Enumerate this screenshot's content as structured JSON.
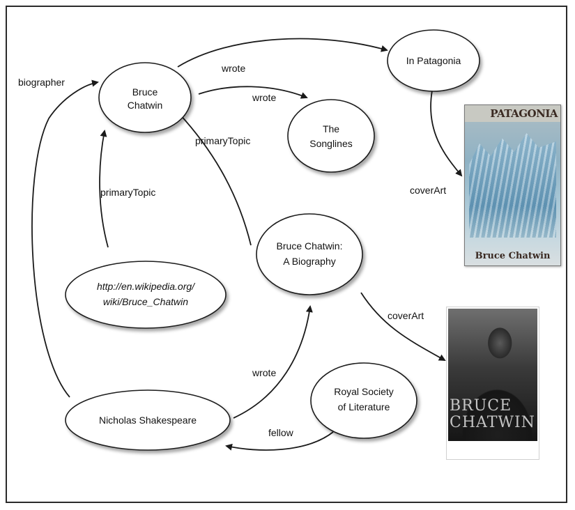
{
  "nodes": {
    "bruce_chatwin": [
      "Bruce",
      "Chatwin"
    ],
    "in_patagonia": [
      "In Patagonia"
    ],
    "the_songlines": [
      "The",
      "Songlines"
    ],
    "biography": [
      "Bruce Chatwin:",
      "A Biography"
    ],
    "wikipedia": [
      "http://en.wikipedia.org/",
      "wiki/Bruce_Chatwin"
    ],
    "nicholas_shakespeare": [
      "Nicholas Shakespeare"
    ],
    "royal_society": [
      "Royal Society",
      "of Literature"
    ]
  },
  "edges": {
    "wrote_patagonia": "wrote",
    "wrote_songlines": "wrote",
    "primary_topic_biography": "primaryTopic",
    "primary_topic_wikipedia": "primaryTopic",
    "biographer": "biographer",
    "cover_art_patagonia": "coverArt",
    "cover_art_biography": "coverArt",
    "wrote_biography": "wrote",
    "fellow": "fellow"
  },
  "covers": {
    "patagonia": {
      "title": "PATAGONIA",
      "author": "Bruce Chatwin"
    },
    "biography": {
      "title_line1": "BRUCE",
      "title_line2": "CHATWIN"
    }
  }
}
